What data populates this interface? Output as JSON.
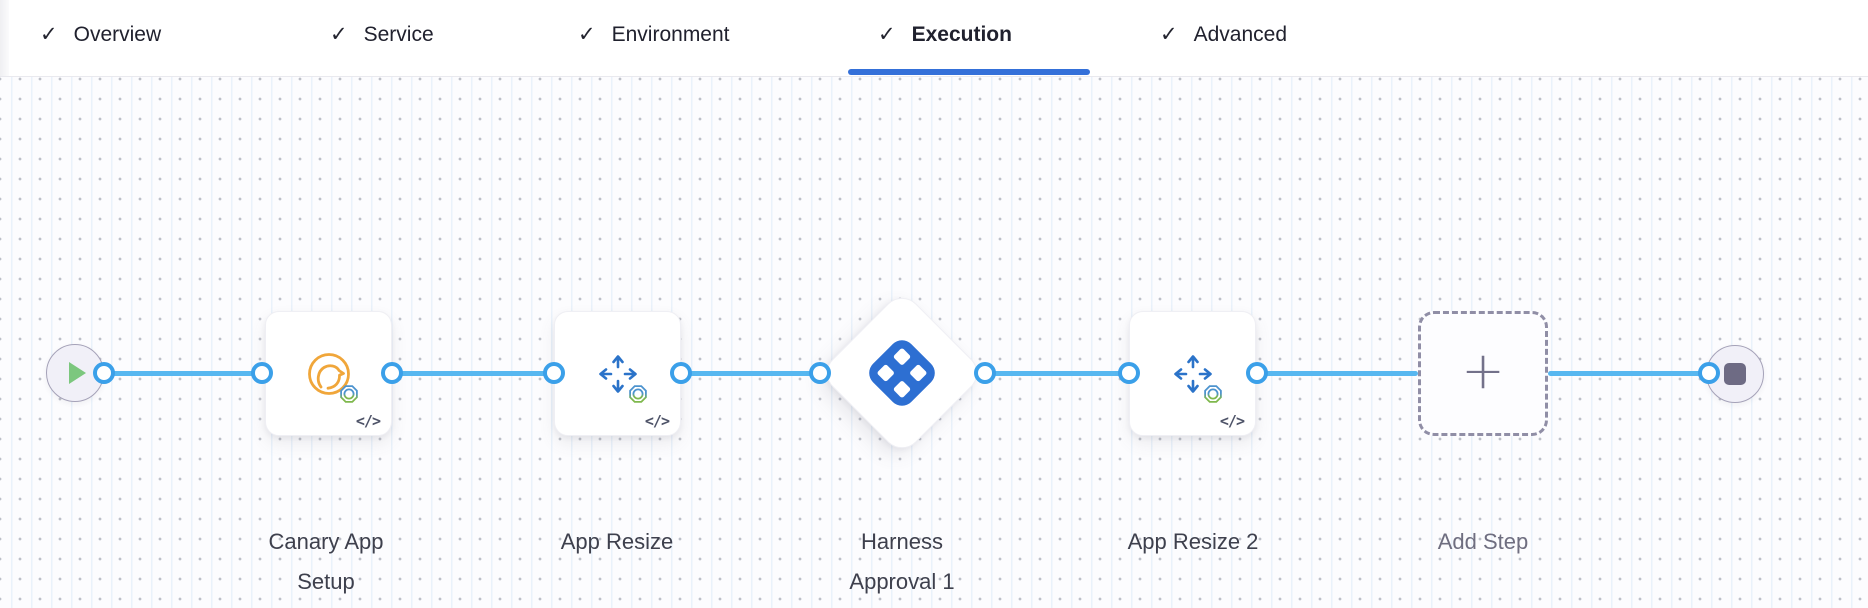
{
  "header": {
    "check_glyph": "✓",
    "tabs": [
      {
        "label": "Overview",
        "checked": true,
        "active": false
      },
      {
        "label": "Service",
        "checked": true,
        "active": false
      },
      {
        "label": "Environment",
        "checked": true,
        "active": false
      },
      {
        "label": "Execution",
        "checked": true,
        "active": true
      },
      {
        "label": "Advanced",
        "checked": true,
        "active": false
      }
    ],
    "active_tab_color": "#3470D9"
  },
  "pipeline": {
    "code_badge_glyph": "</>",
    "nodes": [
      {
        "id": "start",
        "type": "start",
        "icon": "play-icon"
      },
      {
        "id": "canary-app-setup",
        "type": "step",
        "label": "Canary App Setup",
        "icon": "canary-icon",
        "has_code_badge": true
      },
      {
        "id": "app-resize",
        "type": "step",
        "label": "App Resize",
        "icon": "resize-arrows-icon",
        "has_code_badge": true
      },
      {
        "id": "harness-approval-1",
        "type": "approval",
        "label": "Harness Approval 1",
        "icon": "harness-logo-icon",
        "has_code_badge": false
      },
      {
        "id": "app-resize-2",
        "type": "step",
        "label": "App Resize 2",
        "icon": "resize-arrows-icon",
        "has_code_badge": true
      },
      {
        "id": "add-step",
        "type": "add-step",
        "label": "Add Step",
        "icon": "plus-icon",
        "plus_glyph": "+"
      },
      {
        "id": "end",
        "type": "end",
        "icon": "stop-icon"
      }
    ],
    "colors": {
      "connector": "#57B7F0",
      "port_ring": "#3BA0E9",
      "step_icon_blue": "#2B73C9",
      "canary_orange": "#F0A63A",
      "harness_blue": "#2D6FD2",
      "play_green": "#7CC77E",
      "stop_gray": "#6E6B84",
      "label_text": "#3E404D"
    }
  }
}
